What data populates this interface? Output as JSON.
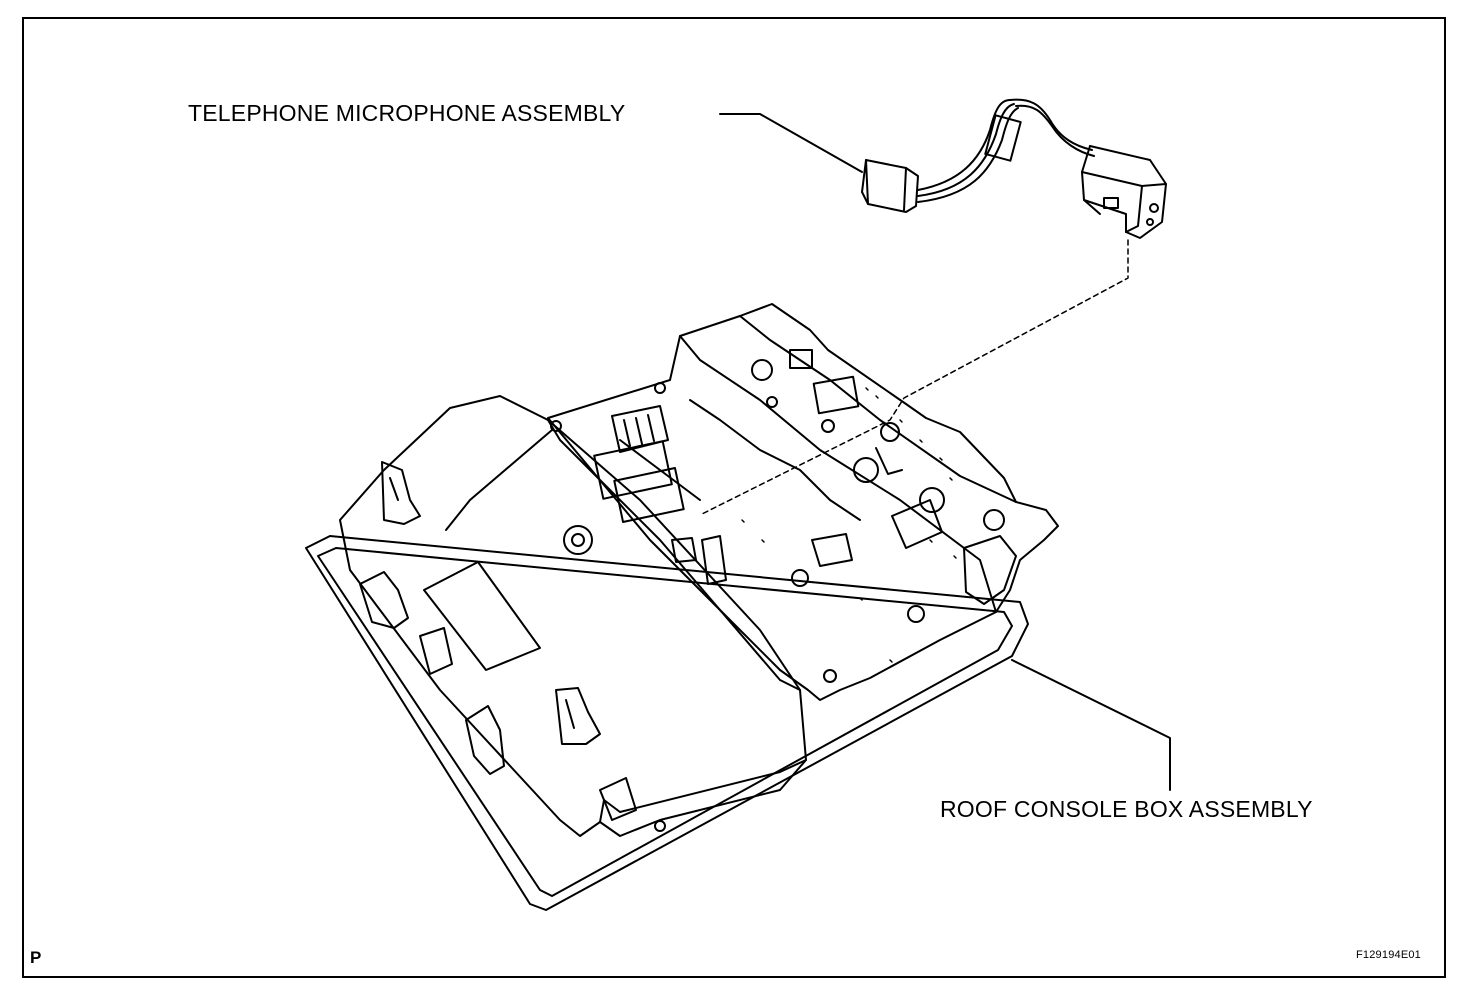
{
  "labels": {
    "telephone_microphone": "TELEPHONE MICROPHONE ASSEMBLY",
    "roof_console_box": "ROOF CONSOLE BOX ASSEMBLY",
    "view_code": "P",
    "figure_id": "F129194E01"
  },
  "colors": {
    "line": "#000000",
    "background": "#ffffff"
  }
}
